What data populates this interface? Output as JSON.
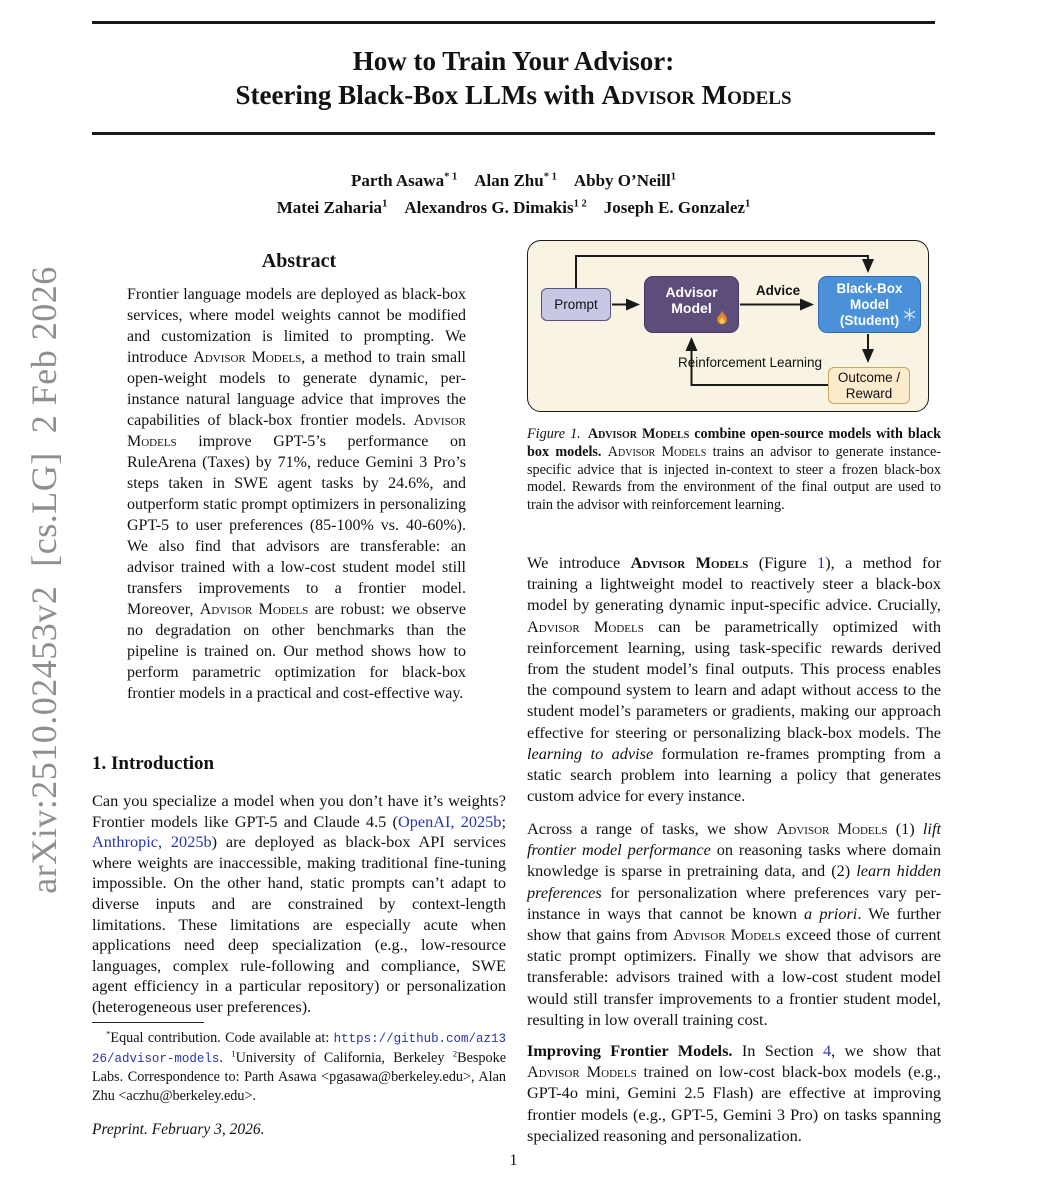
{
  "page": {
    "arxiv_sidebar": "arXiv:2510.02453v2  [cs.LG]  2 Feb 2026",
    "page_number": "1"
  },
  "colors": {
    "link_blue": "#2a35a8",
    "arxiv_gray": "#8f8f8f"
  },
  "title": {
    "line1": "How to Train Your Advisor:",
    "line2": [
      {
        "t": "Steering Black-Box LLMs with "
      },
      {
        "t": "Advisor Models",
        "s": "sc"
      }
    ]
  },
  "authors": {
    "line1": [
      {
        "t": "Parth Asawa"
      },
      {
        "t": "* 1",
        "s": "sup"
      },
      {
        "t": "  "
      },
      {
        "t": "Alan Zhu"
      },
      {
        "t": "* 1",
        "s": "sup"
      },
      {
        "t": "  "
      },
      {
        "t": "Abby O’Neill"
      },
      {
        "t": "1",
        "s": "sup"
      }
    ],
    "line2": [
      {
        "t": "Matei Zaharia"
      },
      {
        "t": "1",
        "s": "sup"
      },
      {
        "t": "  "
      },
      {
        "t": "Alexandros G. Dimakis"
      },
      {
        "t": "1 2",
        "s": "sup"
      },
      {
        "t": "  "
      },
      {
        "t": "Joseph E. Gonzalez"
      },
      {
        "t": "1",
        "s": "sup"
      }
    ]
  },
  "abstract": {
    "heading": "Abstract",
    "body": [
      {
        "t": "Frontier language models are deployed as black-box services, where model weights cannot be modified and customization is limited to prompting. We introduce "
      },
      {
        "t": "Advisor Models",
        "s": "sc"
      },
      {
        "t": ", a method to train small open-weight models to generate dynamic, per-instance natural language advice that improves the capabilities of black-box frontier models. "
      },
      {
        "t": "Advisor Models",
        "s": "sc"
      },
      {
        "t": " improve GPT-5’s performance on RuleArena (Taxes) by 71%, reduce Gemini 3 Pro’s steps taken in SWE agent tasks by 24.6%, and outperform static prompt optimizers in personalizing GPT-5 to user preferences (85-100% vs. 40-60%). We also find that advisors are transferable: an advisor trained with a low-cost student model still transfers improvements to a frontier model. Moreover, "
      },
      {
        "t": "Advisor Models",
        "s": "sc"
      },
      {
        "t": " are robust: we observe no degradation on other benchmarks than the pipeline is trained on. Our method shows how to perform parametric optimization for black-box frontier models in a practical and cost-effective way."
      }
    ]
  },
  "intro": {
    "heading": "1. Introduction",
    "body": [
      {
        "t": "Can you specialize a model when you don’t have it’s weights? Frontier models like GPT-5 and Claude 4.5 ("
      },
      {
        "t": "OpenAI, 2025b",
        "s": "link",
        "n": "citation-openai-2025b"
      },
      {
        "t": "; "
      },
      {
        "t": "Anthropic, 2025b",
        "s": "link",
        "n": "citation-anthropic-2025b"
      },
      {
        "t": ") are deployed as black-box API services where weights are inaccessible, making traditional fine-tuning impossible. On the other hand, static prompts can’t adapt to diverse inputs and are constrained by context-length limitations. These limitations are especially acute when applications need deep specialization (e.g., low-resource languages, complex rule-following and compliance, SWE agent efficiency in a particular repository) or personalization (heterogeneous user preferences)."
      }
    ]
  },
  "footnote": {
    "body": [
      {
        "t": "*",
        "s": "sup"
      },
      {
        "t": "Equal contribution. Code available at: "
      },
      {
        "t": "https://github.com/az1326/advisor-models",
        "s": "link mono",
        "n": "code-repo-link"
      },
      {
        "t": ". "
      },
      {
        "t": "1",
        "s": "sup"
      },
      {
        "t": "University of California, Berkeley "
      },
      {
        "t": "2",
        "s": "sup"
      },
      {
        "t": "Bespoke Labs. Correspondence to: Parth Asawa <pgasawa@berkeley.edu>, Alan Zhu <aczhu@berkeley.edu>."
      }
    ],
    "preprint_note": "Preprint. February 3, 2026."
  },
  "figure": {
    "colors": {
      "bg": "#f8f3e2",
      "border": "#1c1c1c"
    },
    "boxes": {
      "prompt": {
        "label": "Prompt",
        "fill": "#c9c8e4",
        "border": "#565178",
        "text": "#111111"
      },
      "advisor": {
        "label": "Advisor Model",
        "fill": "#5d4d7b",
        "border": "#433963",
        "text": "#ffffff",
        "icon": "flame-icon"
      },
      "student": {
        "label_line1": "Black-Box Model",
        "label_line2": "(Student)",
        "fill": "#4a91d9",
        "border": "#2d6ab0",
        "text": "#ffffff",
        "icon": "snowflake-icon"
      },
      "outcome": {
        "label": "Outcome / Reward",
        "fill": "#fdebcd",
        "border": "#d7a259",
        "text": "#111111"
      }
    },
    "edge_labels": {
      "advice": "Advice",
      "rl": "Reinforcement Learning"
    }
  },
  "figure_caption": [
    {
      "t": "Figure 1.",
      "s": "i"
    },
    {
      "t": " "
    },
    {
      "t": "Advisor Models",
      "s": "b sc"
    },
    {
      "t": " combine open-source models with black box models.",
      "s": "b"
    },
    {
      "t": " "
    },
    {
      "t": "Advisor Models",
      "s": "sc"
    },
    {
      "t": " trains an advisor to generate instance-specific advice that is injected in-context to steer a frozen black-box model. Rewards from the environment of the final output are used to train the advisor with reinforcement learning."
    }
  ],
  "right_column": {
    "para1": [
      {
        "t": "We introduce "
      },
      {
        "t": "Advisor Models",
        "s": "b sc"
      },
      {
        "t": " (Figure "
      },
      {
        "t": "1",
        "s": "link",
        "n": "figure-1-ref"
      },
      {
        "t": "), a method for training a lightweight model to reactively steer a black-box model by generating dynamic input-specific advice. Crucially, "
      },
      {
        "t": "Advisor Models",
        "s": "sc"
      },
      {
        "t": " can be parametrically optimized with reinforcement learning, using task-specific rewards derived from the student model’s final outputs. This process enables the compound system to learn and adapt without access to the student model’s parameters or gradients, making our approach effective for steering or personalizing black-box models. The "
      },
      {
        "t": "learning to advise",
        "s": "i"
      },
      {
        "t": " formulation re-frames prompting from a static search problem into learning a policy that generates custom advice for every instance."
      }
    ],
    "para2": [
      {
        "t": "Across a range of tasks, we show "
      },
      {
        "t": "Advisor Models",
        "s": "sc"
      },
      {
        "t": " (1) "
      },
      {
        "t": "lift frontier model performance",
        "s": "i"
      },
      {
        "t": " on reasoning tasks where domain knowledge is sparse in pretraining data, and (2) "
      },
      {
        "t": "learn hidden preferences",
        "s": "i"
      },
      {
        "t": " for personalization where preferences vary per-instance in ways that cannot be known "
      },
      {
        "t": "a priori",
        "s": "i"
      },
      {
        "t": ". We further show that gains from "
      },
      {
        "t": "Advisor Models",
        "s": "sc"
      },
      {
        "t": " exceed those of current static prompt optimizers. Finally we show that advisors are transferable: advisors trained with a low-cost student model would still transfer improvements to a frontier student model, resulting in low overall training cost."
      }
    ],
    "para3": [
      {
        "t": "Improving Frontier Models.",
        "s": "b"
      },
      {
        "t": " In Section "
      },
      {
        "t": "4",
        "s": "link",
        "n": "section-4-ref"
      },
      {
        "t": ", we show that "
      },
      {
        "t": "Advisor Models",
        "s": "sc"
      },
      {
        "t": " trained on low-cost black-box models (e.g., GPT-4o mini, Gemini 2.5 Flash) are effective at improving frontier models (e.g., GPT-5, Gemini 3 Pro) on tasks spanning specialized reasoning and personalization."
      }
    ]
  }
}
